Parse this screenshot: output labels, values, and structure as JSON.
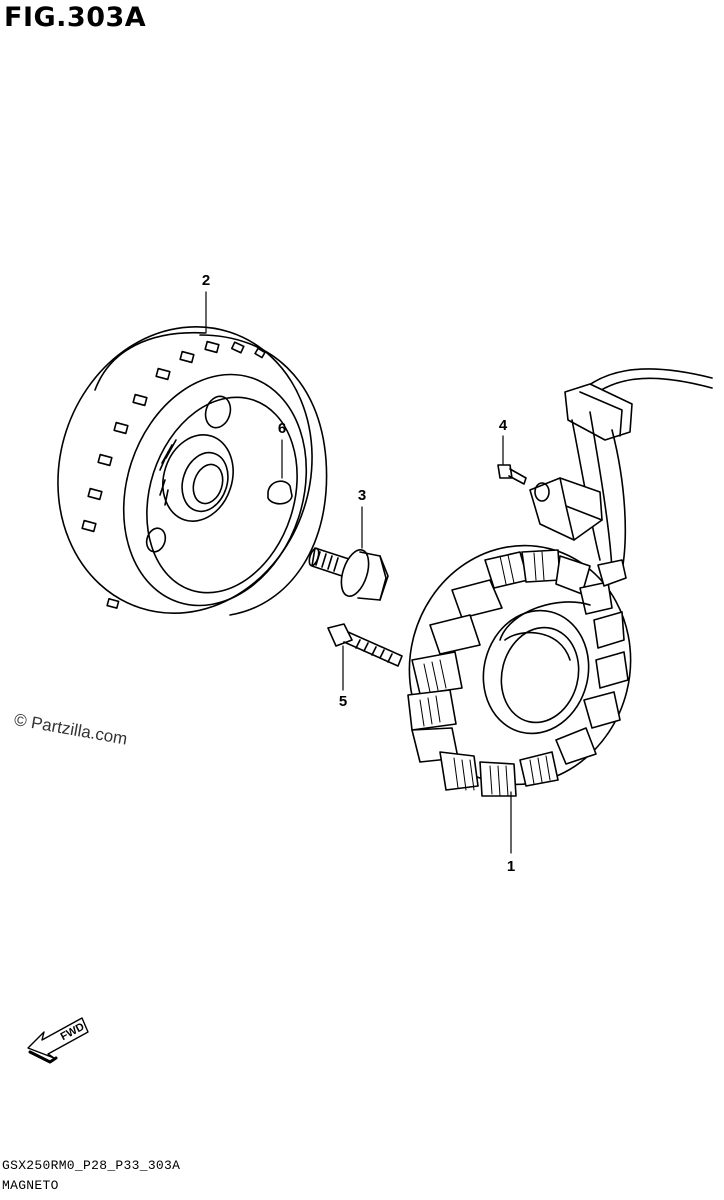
{
  "figure": {
    "title": "FIG.303A",
    "watermark": "© Partzilla.com",
    "fwd_label": "FWD",
    "model_code": "GSX250RM0_P28_P33_303A",
    "caption": "MAGNETO"
  },
  "callouts": [
    {
      "id": "1",
      "label": "1"
    },
    {
      "id": "2",
      "label": "2"
    },
    {
      "id": "3",
      "label": "3"
    },
    {
      "id": "4",
      "label": "4"
    },
    {
      "id": "5",
      "label": "5"
    },
    {
      "id": "6",
      "label": "6"
    }
  ]
}
